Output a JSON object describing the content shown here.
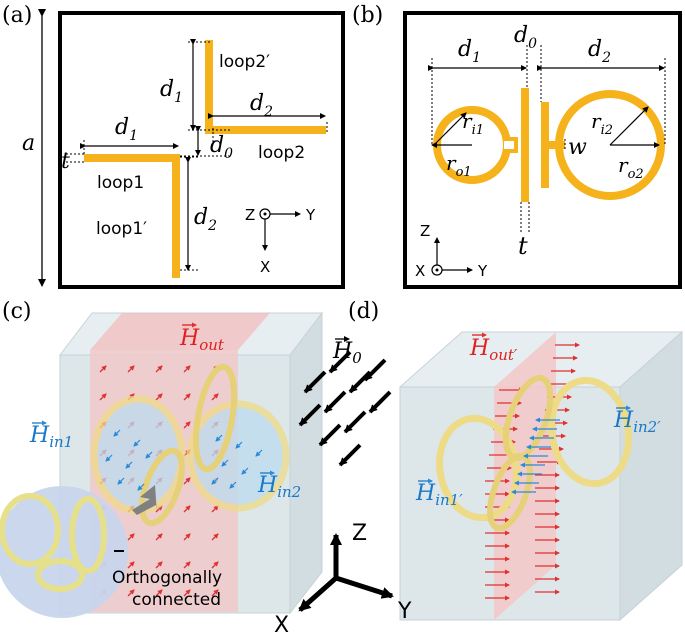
{
  "panels": {
    "a": {
      "label": "(a)",
      "dim_a": "a",
      "d1_top": "d",
      "d1_top_sub": "1",
      "d2_top": "d",
      "d2_top_sub": "2",
      "d0": "d",
      "d0_sub": "0",
      "d1_left": "d",
      "d1_left_sub": "1",
      "d2_bottom": "d",
      "d2_bottom_sub": "2",
      "t": "t",
      "loop1": "loop1",
      "loop1p": "loop1′",
      "loop2": "loop2",
      "loop2p": "loop2′",
      "axis_z": "Z",
      "axis_y": "Y",
      "axis_x": "X"
    },
    "b": {
      "label": "(b)",
      "d1": "d",
      "d1_sub": "1",
      "d0": "d",
      "d0_sub": "0",
      "d2": "d",
      "d2_sub": "2",
      "ri1": "r",
      "ri1_sub": "i1",
      "ro1": "r",
      "ro1_sub": "o1",
      "ri2": "r",
      "ri2_sub": "i2",
      "ro2": "r",
      "ro2_sub": "o2",
      "w": "w",
      "t": "t",
      "axis_z": "Z",
      "axis_x": "X",
      "axis_y": "Y"
    },
    "c": {
      "label": "(c)",
      "h_out": "H",
      "h_out_sub": "out",
      "h0": "H",
      "h0_sub": "0",
      "h_in1": "H",
      "h_in1_sub": "in1",
      "h_in2": "H",
      "h_in2_sub": "in2",
      "inset_line1": "Orthogonally",
      "inset_line2": "connected"
    },
    "d": {
      "label": "(d)",
      "h_out": "H",
      "h_out_sub": "out′",
      "h_in1": "H",
      "h_in1_sub": "in1′",
      "h_in2": "H",
      "h_in2_sub": "in2′"
    }
  },
  "axes3d": {
    "z": "Z",
    "x": "X",
    "y": "Y"
  },
  "colors": {
    "ring": "#f5b21a",
    "red_field": "#e03030",
    "blue_field": "#2a8ad8",
    "red_label": "#e02020",
    "blue_label": "#1a78c8",
    "cube": "#dfe8ec",
    "plane": "#f3c7c8"
  }
}
